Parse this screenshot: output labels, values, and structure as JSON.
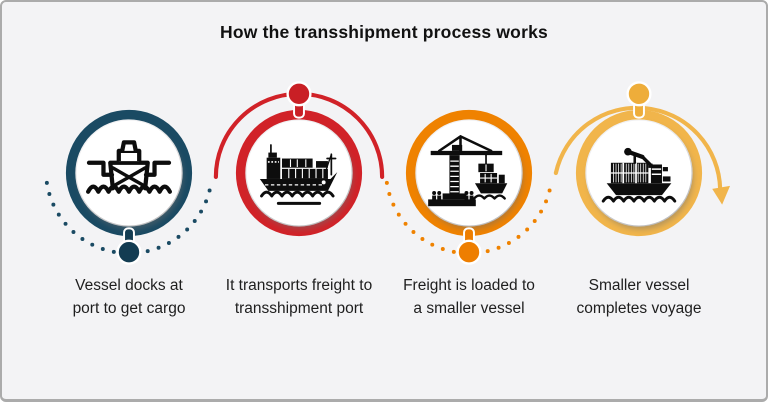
{
  "title": "How the transshipment process works",
  "canvas": {
    "background": "#f3f3f5",
    "border_color": "#ababab",
    "icon_color": "#0d0d0d",
    "disc_color": "#ffffff",
    "text_color": "#1e1e1e"
  },
  "steps": [
    {
      "id": 1,
      "icon": "cargo-ship-front-icon",
      "color": "#1a4a63",
      "dot_color": "#133c52",
      "connector": "dotted-bottom",
      "label_line1": "Vessel docks at",
      "label_line2": "port to get cargo"
    },
    {
      "id": 2,
      "icon": "container-ship-icon",
      "color": "#d12228",
      "dot_color": "#c91f25",
      "connector": "solid-top",
      "label_line1": "It transports freight to",
      "label_line2": "transshipment port"
    },
    {
      "id": 3,
      "icon": "port-crane-loading-icon",
      "color": "#ef8200",
      "dot_color": "#ee7e00",
      "connector": "dotted-bottom",
      "label_line1": "Freight is loaded to",
      "label_line2": "a smaller vessel"
    },
    {
      "id": 4,
      "icon": "small-vessel-crane-icon",
      "color": "#f1b54b",
      "dot_color": "#eead3a",
      "connector": "solid-top-arrow",
      "label_line1": "Smaller vessel",
      "label_line2": "completes voyage"
    }
  ]
}
